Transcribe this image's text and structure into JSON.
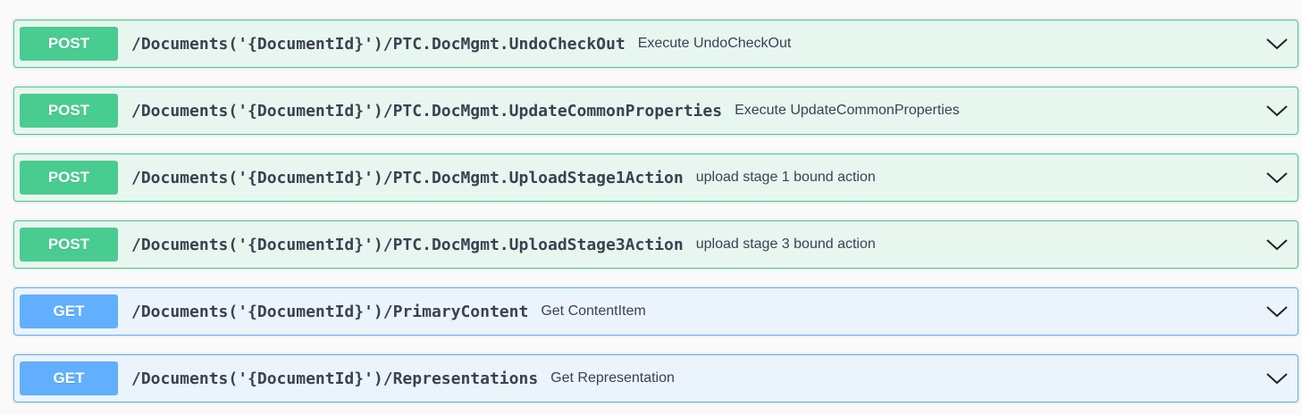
{
  "operations": [
    {
      "method": "POST",
      "path": "/Documents('{DocumentId}')/PTC.DocMgmt.UndoCheckOut",
      "summary": "Execute UndoCheckOut"
    },
    {
      "method": "POST",
      "path": "/Documents('{DocumentId}')/PTC.DocMgmt.UpdateCommonProperties",
      "summary": "Execute UpdateCommonProperties"
    },
    {
      "method": "POST",
      "path": "/Documents('{DocumentId}')/PTC.DocMgmt.UploadStage1Action",
      "summary": "upload stage 1 bound action"
    },
    {
      "method": "POST",
      "path": "/Documents('{DocumentId}')/PTC.DocMgmt.UploadStage3Action",
      "summary": "upload stage 3 bound action"
    },
    {
      "method": "GET",
      "path": "/Documents('{DocumentId}')/PrimaryContent",
      "summary": "Get ContentItem"
    },
    {
      "method": "GET",
      "path": "/Documents('{DocumentId}')/Representations",
      "summary": "Get Representation"
    }
  ],
  "colors": {
    "post": "#49cc90",
    "get": "#61affe",
    "text": "#3b4151"
  },
  "icons": {
    "expand": "chevron-down-icon"
  }
}
